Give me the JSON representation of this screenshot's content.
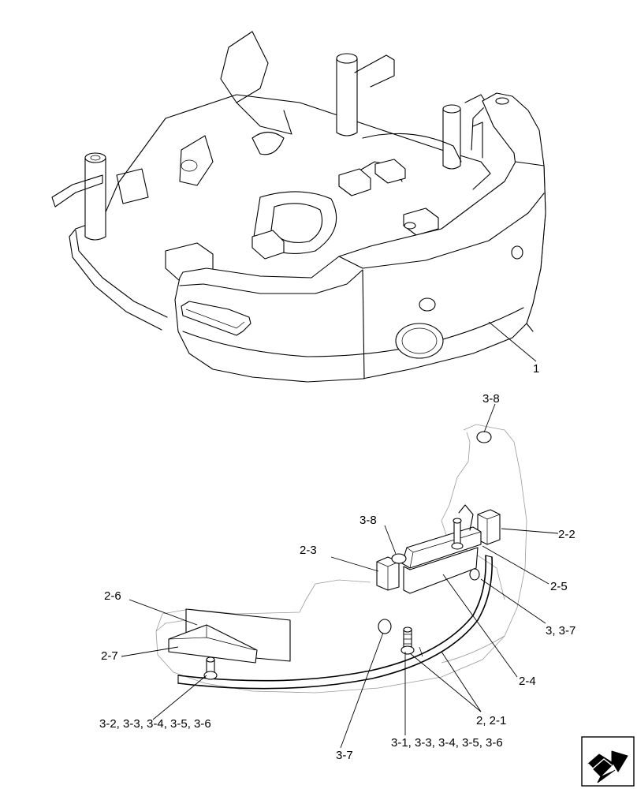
{
  "callouts": {
    "c1": "1",
    "c3_8_top": "3-8",
    "c3_8_mid": "3-8",
    "c2_2": "2-2",
    "c2_3": "2-3",
    "c2_5": "2-5",
    "c2_6": "2-6",
    "c3_3_7": "3, 3-7",
    "c2_7": "2-7",
    "c2_4": "2-4",
    "c3_2_set": "3-2, 3-3, 3-4, 3-5, 3-6",
    "c2_2_1": "2, 2-1",
    "c3_7": "3-7",
    "c3_1_set": "3-1, 3-3, 3-4, 3-5, 3-6"
  },
  "nav_icon": "next-page-arrow-icon"
}
